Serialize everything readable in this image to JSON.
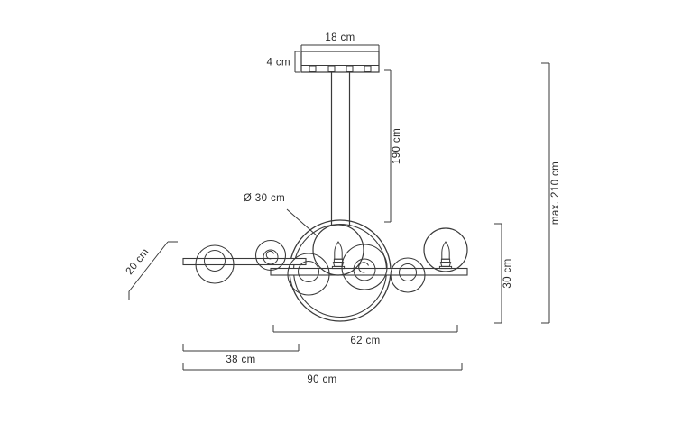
{
  "drawing": {
    "title": "Chandelier technical dimension drawing",
    "product_type": "ring chandelier with glass globes",
    "units": "cm",
    "line_color": "#3a3a3a",
    "text_color": "#2b2b2b",
    "background_color": "#ffffff"
  },
  "dimensions": {
    "canopy_width": "18 cm",
    "canopy_height": "4 cm",
    "suspension_drop": "190 cm",
    "ring_diameter": "Ø 30 cm",
    "globe_depth": "20 cm",
    "fixture_height": "30 cm",
    "total_max_height": "max. 210 cm",
    "ring_span": "62 cm",
    "left_arm_span": "38 cm",
    "total_width": "90 cm"
  },
  "labels": [
    {
      "id": "canopy-width",
      "text": "18 cm",
      "rotated": false
    },
    {
      "id": "canopy-height",
      "text": "4 cm",
      "rotated": false
    },
    {
      "id": "drop",
      "text": "190 cm",
      "rotated": true
    },
    {
      "id": "ring-diameter",
      "text": "Ø 30 cm",
      "rotated": false
    },
    {
      "id": "globe-depth",
      "text": "20 cm",
      "rotated": true
    },
    {
      "id": "fixture-height",
      "text": "30 cm",
      "rotated": true
    },
    {
      "id": "max-height",
      "text": "max. 210 cm",
      "rotated": true
    },
    {
      "id": "ring-span",
      "text": "62 cm",
      "rotated": false
    },
    {
      "id": "left-span",
      "text": "38 cm",
      "rotated": false
    },
    {
      "id": "total-width",
      "text": "90 cm",
      "rotated": false
    }
  ],
  "components": {
    "canopy": "ceiling-mount-plate",
    "rods": "suspension-rods",
    "ring": "main-ring",
    "arms": "cross-arms",
    "globes": "glass-globe-shades",
    "bulbs": "candle-bulbs"
  }
}
